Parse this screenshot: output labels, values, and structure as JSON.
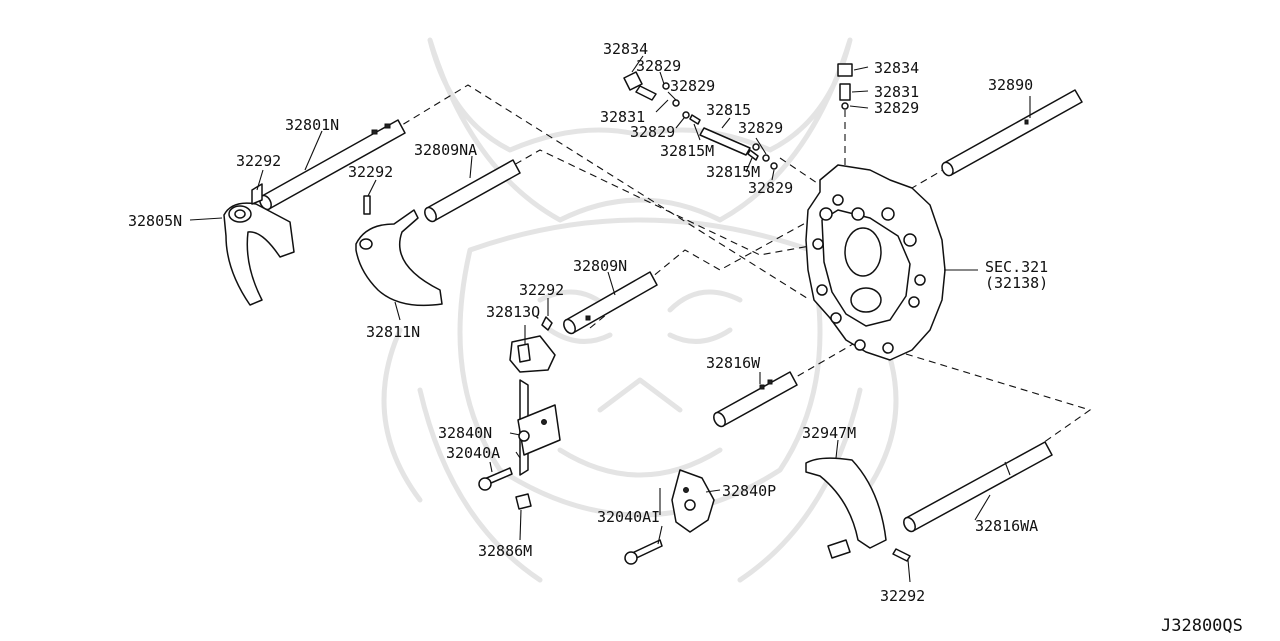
{
  "diagram_id": "J32800QS",
  "parts": {
    "p32834_a": "32834",
    "p32829_a": "32829",
    "p32829_b": "32829",
    "p32831_a": "32831",
    "p32829_c": "32829",
    "p32815": "32815",
    "p32829_d": "32829",
    "p32815M_a": "32815M",
    "p32815M_b": "32815M",
    "p32829_e": "32829",
    "p32834_b": "32834",
    "p32831_b": "32831",
    "p32829_f": "32829",
    "p32890": "32890",
    "p32801N": "32801N",
    "p32292_a": "32292",
    "p32809NA": "32809NA",
    "p32292_b": "32292",
    "p32805N": "32805N",
    "p32811N": "32811N",
    "p32809N": "32809N",
    "p32292_c": "32292",
    "p32813Q": "32813Q",
    "sec321": "SEC.321",
    "sec321_ref": "(32138)",
    "p32816W": "32816W",
    "p32840N": "32840N",
    "p32040A": "32040A",
    "p32886M": "32886M",
    "p32947M": "32947M",
    "p32840P": "32840P",
    "p32040AI": "32040AI",
    "p32816WA": "32816WA",
    "p32292_d": "32292"
  }
}
